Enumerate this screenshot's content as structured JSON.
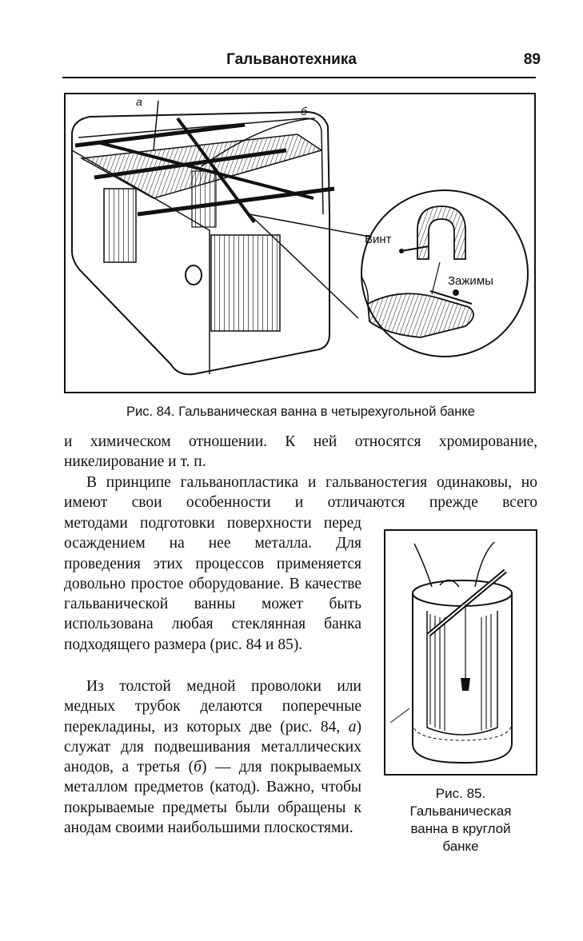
{
  "header": {
    "title": "Гальванотехника",
    "page_number": "89"
  },
  "figure84": {
    "label_a": "а",
    "label_b": "б",
    "label_screw": "Винт",
    "label_clamps": "Зажимы",
    "caption": "Рис. 84. Гальваническая ванна в четырехугольной банке"
  },
  "figure85": {
    "caption_line1": "Рис. 85.",
    "caption_line2": "Гальваническая",
    "caption_line3": "ванна в круглой",
    "caption_line4": "банке"
  },
  "text": {
    "p1": "и химическом отношении. К ней относятся хромирование, никелирование и т. п.",
    "p2": "В принципе гальванопластика и гальваностегия одинаковы, но имеют свои особенности и отличаются прежде всего",
    "p3": "методами подготовки поверхности перед осаждением на нее металла. Для проведения этих процессов применяется довольно простое оборудование. В качестве гальванической ванны может быть использована любая стеклянная банка подходящего размера (рис. 84 и 85).",
    "p4_part1": "Из толстой медной проволоки или медных трубок делаются поперечные перекладины, из которых две (рис. 84, ",
    "p4_a": "а",
    "p4_part2": ") служат для подвешивания металлических анодов, а третья (",
    "p4_b": "б",
    "p4_part3": ") — для покрываемых металлом предметов (катод). Важно, чтобы покрываемые предметы были обращены к анодам своими наибольшими плоскостями."
  }
}
